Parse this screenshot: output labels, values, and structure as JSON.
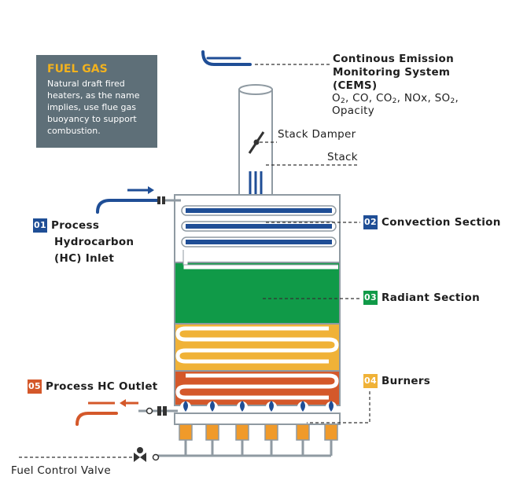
{
  "info_box": {
    "title": "FUEL GAS",
    "text": "Natural draft fired heaters, as the name implies, use flue gas buoyancy to support combustion."
  },
  "cems": {
    "line1": "Continous Emission",
    "line2": "Monitoring System",
    "line3": "(CEMS)",
    "gases": [
      "O",
      "2",
      ", CO, CO",
      "2",
      ", NOx, SO",
      "2",
      ","
    ],
    "line5": "Opacity"
  },
  "stack_damper": "Stack Damper",
  "stack": "Stack",
  "labels": {
    "inlet": {
      "num": "01",
      "line1": "Process",
      "line2": "Hydrocarbon",
      "line3": "(HC) Inlet"
    },
    "convection": {
      "num": "02",
      "text": "Convection Section"
    },
    "radiant": {
      "num": "03",
      "text": "Radiant Section"
    },
    "burners": {
      "num": "04",
      "text": "Burners"
    },
    "outlet": {
      "num": "05",
      "text": "Process HC Outlet"
    },
    "fuel_valve": "Fuel Control Valve"
  },
  "colors": {
    "blue": "#1f4e96",
    "green": "#109a48",
    "orange_red": "#d4582a",
    "amber": "#f0b237",
    "burner_orange": "#f09a2a",
    "slate": "#5e6f78",
    "outline": "#8f9aa2"
  },
  "icons": [
    "flow-arrow-icon",
    "flame-icon",
    "valve-icon",
    "damper-icon"
  ]
}
